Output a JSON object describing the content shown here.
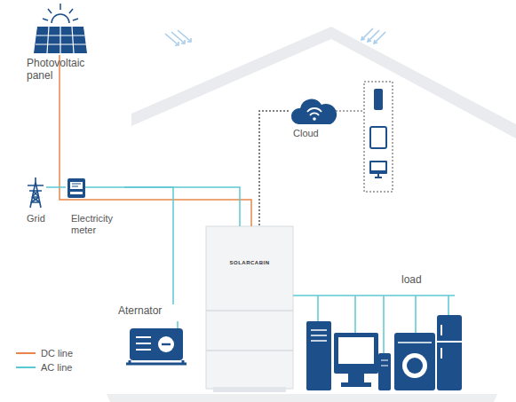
{
  "diagram": {
    "nodes": [
      {
        "text": [
          "Photovoltaic panel"
        ]
      },
      {
        "text": [
          "Grid"
        ]
      },
      {
        "text": [
          "Electricity meter"
        ]
      },
      {
        "text": [
          "Cloud"
        ]
      },
      {
        "text": [
          "SOLARCABIN"
        ]
      },
      {
        "text": [
          "Aternator"
        ]
      },
      {
        "text": [
          "load"
        ]
      }
    ],
    "edges": [
      {
        "from": 0,
        "to": 4,
        "arrow": "none"
      },
      {
        "from": 1,
        "to": 2,
        "arrow": "none"
      },
      {
        "from": 2,
        "to": 4,
        "arrow": "none"
      },
      {
        "from": 2,
        "to": 5,
        "arrow": "none"
      },
      {
        "from": 3,
        "to": 4,
        "arrow": "none"
      },
      {
        "from": 4,
        "to": 6,
        "arrow": "none"
      }
    ],
    "legend": [
      {
        "text": "DC line",
        "color": "#e8864a"
      },
      {
        "text": "AC line",
        "color": "#5cc8d4"
      }
    ]
  }
}
